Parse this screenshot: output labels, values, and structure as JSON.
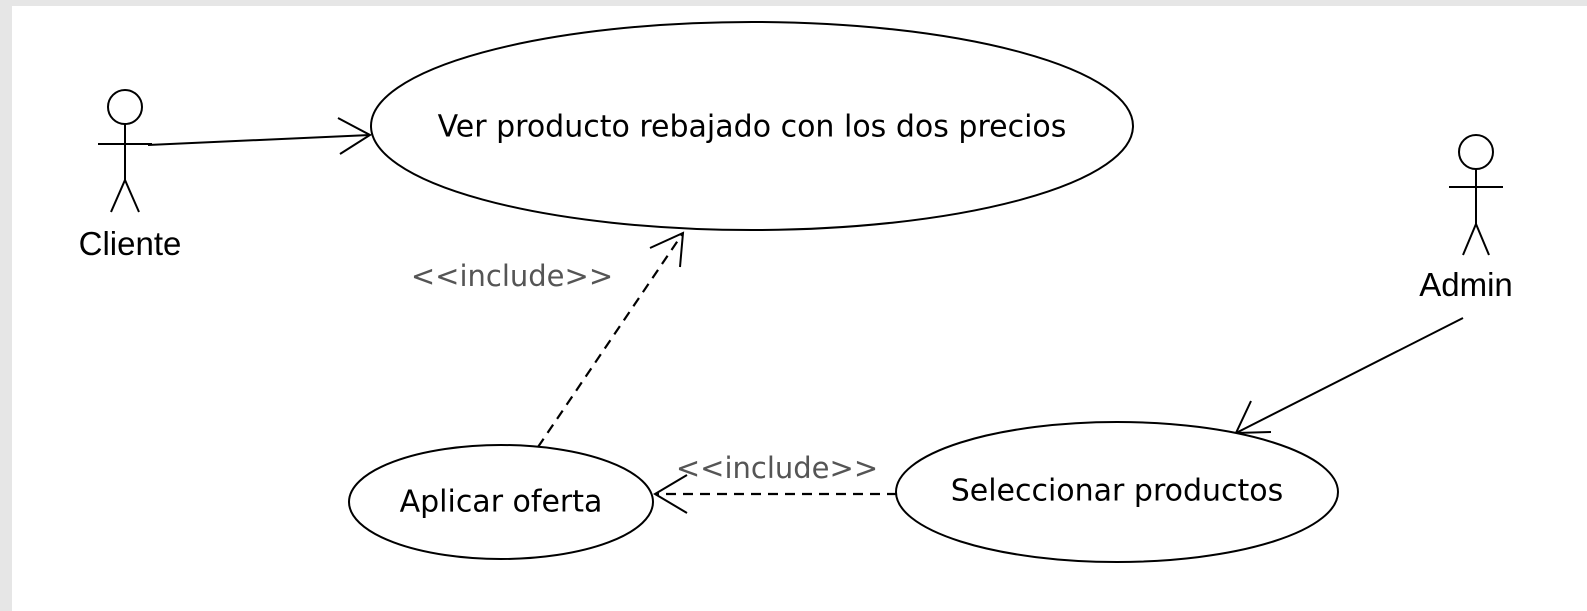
{
  "actors": {
    "cliente": {
      "label": "Cliente"
    },
    "admin": {
      "label": "Admin"
    }
  },
  "use_cases": {
    "ver_producto": {
      "label": "Ver producto rebajado con los dos precios"
    },
    "aplicar_oferta": {
      "label": "Aplicar oferta"
    },
    "seleccionar_productos": {
      "label": "Seleccionar productos"
    }
  },
  "relations": {
    "include_1": {
      "label": "<<include>>"
    },
    "include_2": {
      "label": "<<include>>"
    }
  }
}
